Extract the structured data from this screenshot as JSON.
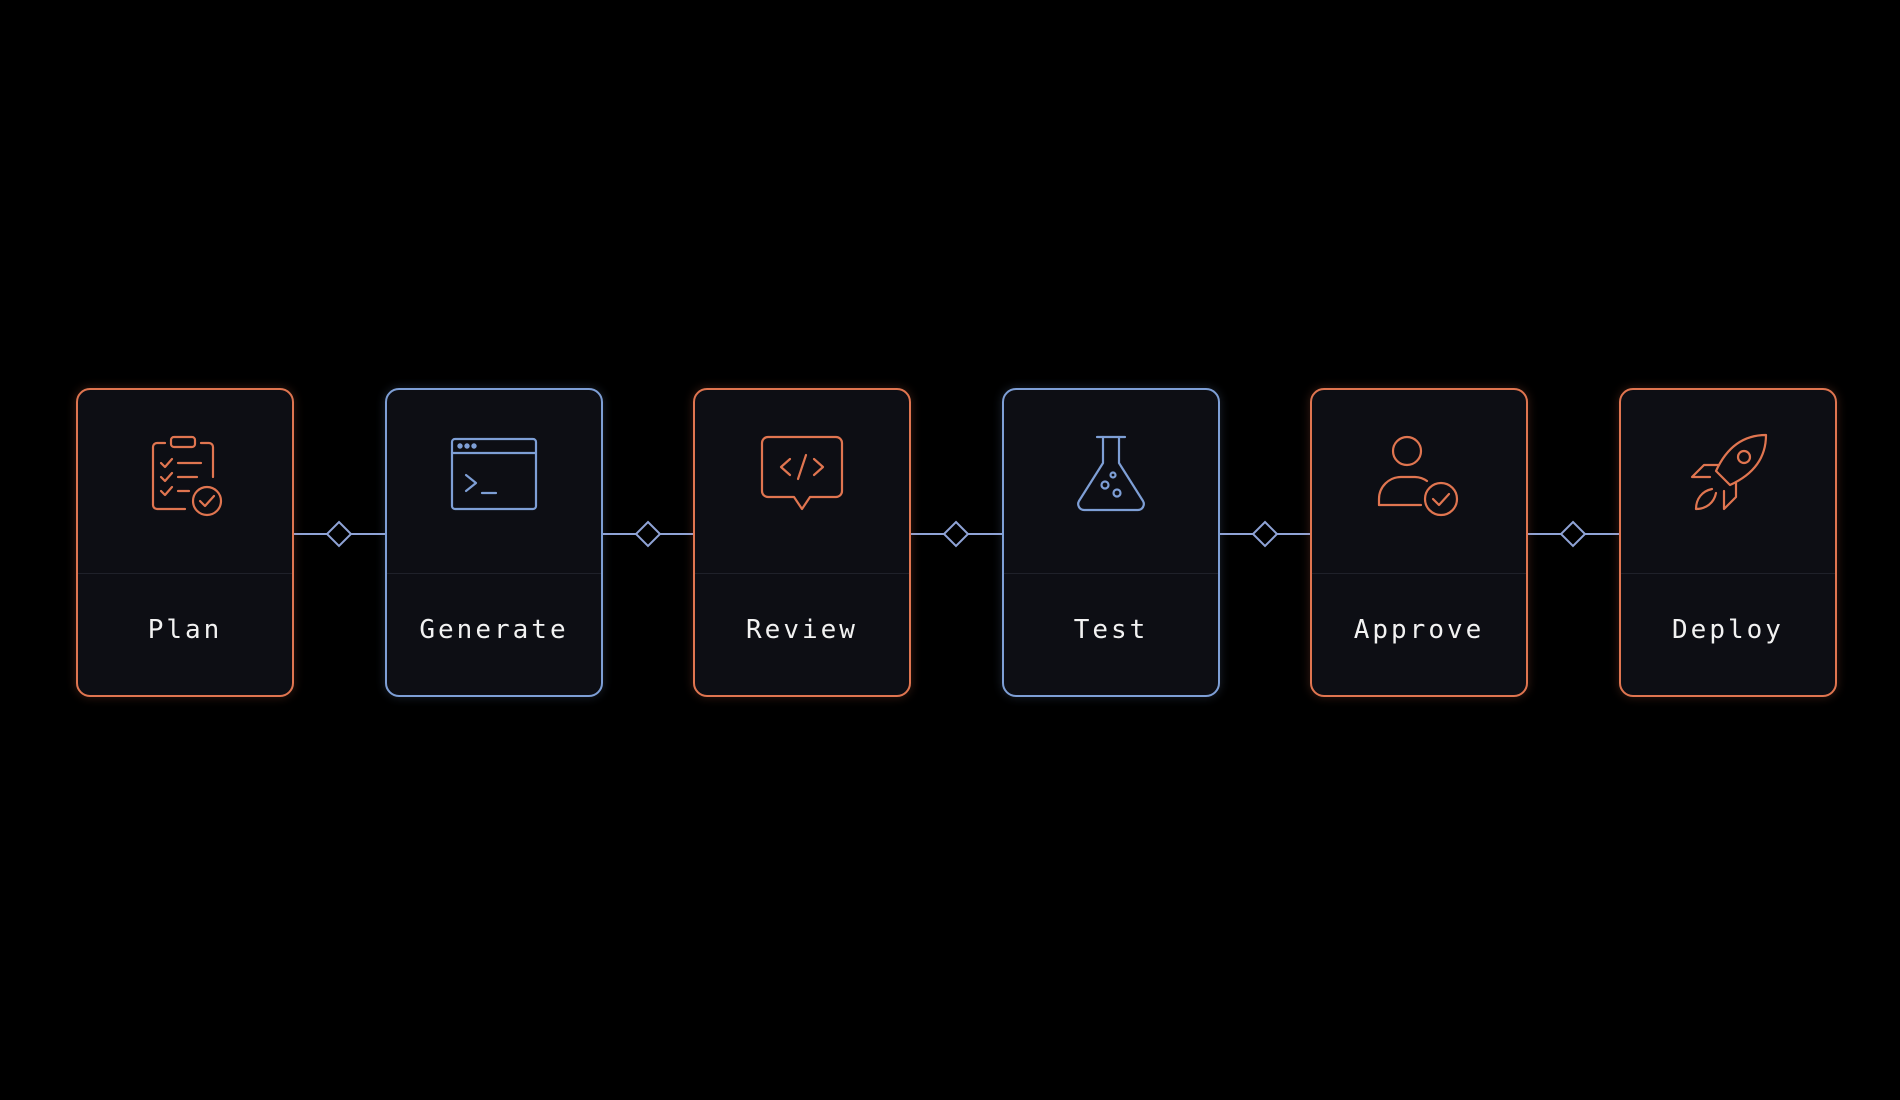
{
  "colors": {
    "background": "#000000",
    "orange": "#e07550",
    "blue": "#7e9fd6",
    "card_fill": "#0d0e14",
    "label_text": "#f2f2f2"
  },
  "pipeline": {
    "stages": [
      {
        "label": "Plan",
        "icon": "clipboard-check-icon",
        "accent": "orange"
      },
      {
        "label": "Generate",
        "icon": "terminal-window-icon",
        "accent": "blue"
      },
      {
        "label": "Review",
        "icon": "code-speech-bubble-icon",
        "accent": "orange"
      },
      {
        "label": "Test",
        "icon": "flask-icon",
        "accent": "blue"
      },
      {
        "label": "Approve",
        "icon": "user-check-icon",
        "accent": "orange"
      },
      {
        "label": "Deploy",
        "icon": "rocket-icon",
        "accent": "orange"
      }
    ],
    "connectors": [
      {
        "icon": "diamond-icon"
      },
      {
        "icon": "diamond-icon"
      },
      {
        "icon": "diamond-icon"
      },
      {
        "icon": "diamond-icon"
      },
      {
        "icon": "diamond-icon"
      }
    ]
  }
}
